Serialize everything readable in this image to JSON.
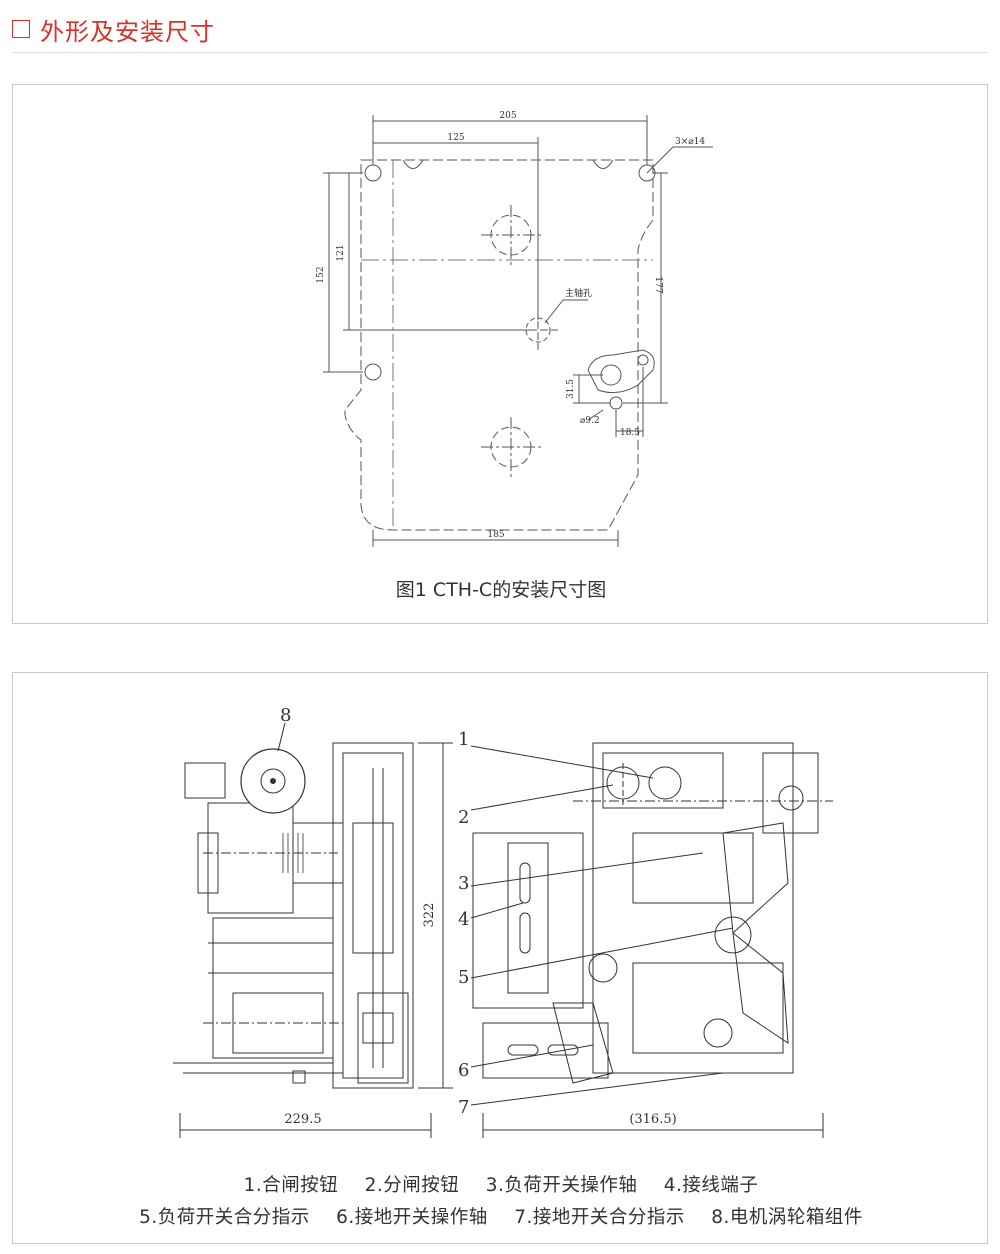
{
  "section": {
    "title": "外形及安装尺寸"
  },
  "figure1": {
    "caption": "图1 CTH-C的安装尺寸图",
    "dims": {
      "top_width": "205",
      "inner_width": "125",
      "holes": "3×⌀14",
      "left_outer": "152",
      "left_inner": "121",
      "right_height": "177",
      "shaft_label": "主轴孔",
      "small_height": "31.5",
      "small_hole": "⌀9.2",
      "small_offset": "18.5",
      "bottom_width": "185"
    }
  },
  "figure2": {
    "callouts": [
      "1",
      "2",
      "3",
      "4",
      "5",
      "6",
      "7",
      "8"
    ],
    "dims": {
      "left_width": "229.5",
      "right_width": "(316.5)",
      "height": "322"
    },
    "legend_line1": [
      "1.合闸按钮",
      "2.分闸按钮",
      "3.负荷开关操作轴",
      "4.接线端子"
    ],
    "legend_line2": [
      "5.负荷开关合分指示",
      "6.接地开关操作轴",
      "7.接地开关合分指示",
      "8.电机涡轮箱组件"
    ]
  }
}
